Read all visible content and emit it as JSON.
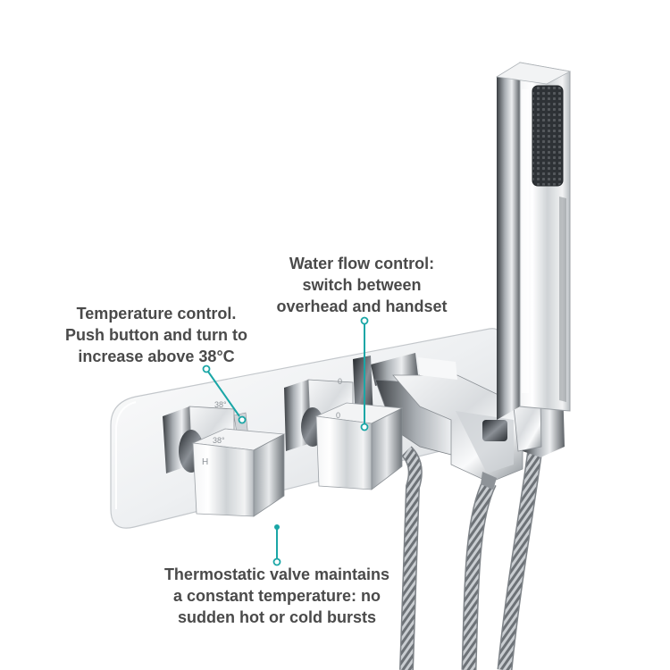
{
  "accent_color": "#1aa6a6",
  "callouts": {
    "water_flow": {
      "lines": [
        "Water flow control:",
        "switch between",
        "overhead and handset"
      ]
    },
    "temperature": {
      "lines": [
        "Temperature control.",
        "Push button and turn to",
        "increase above 38°C"
      ]
    },
    "thermostatic": {
      "lines": [
        "Thermostatic valve maintains",
        "a constant temperature: no",
        "sudden hot or cold bursts"
      ]
    }
  },
  "valve_markings": {
    "temp_upper": "38°",
    "temp_lower": "38°",
    "hot": "H",
    "flow_upper": "0",
    "flow_lower": "0"
  }
}
